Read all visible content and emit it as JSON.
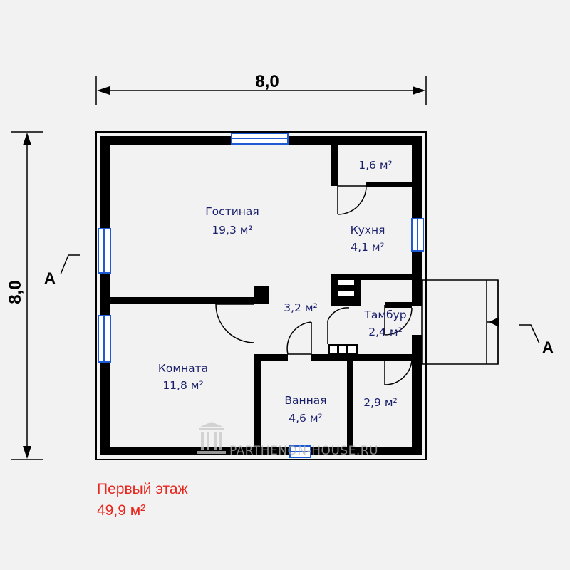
{
  "dimensions": {
    "width": "8,0",
    "height": "8,0"
  },
  "section_marker": {
    "label": "A"
  },
  "rooms": [
    {
      "name": "Гостиная",
      "area": "19,3 м²"
    },
    {
      "name": "",
      "area": "1,6 м²"
    },
    {
      "name": "Кухня",
      "area": "4,1 м²"
    },
    {
      "name": "",
      "area": "3,2 м²"
    },
    {
      "name": "Тамбур",
      "area": "2,4 м²"
    },
    {
      "name": "Комната",
      "area": "11,8 м²"
    },
    {
      "name": "Ванная",
      "area": "4,6 м²"
    },
    {
      "name": "",
      "area": "2,9 м²"
    }
  ],
  "watermark": "PARTHENON-HOUSE.RU",
  "floor": {
    "title": "Первый этаж",
    "total_area": "49,9 м²"
  },
  "colors": {
    "wall": "#000000",
    "window": "#1f5bd6",
    "room_text": "#1a1f6b",
    "floor_text": "#e8261d"
  }
}
